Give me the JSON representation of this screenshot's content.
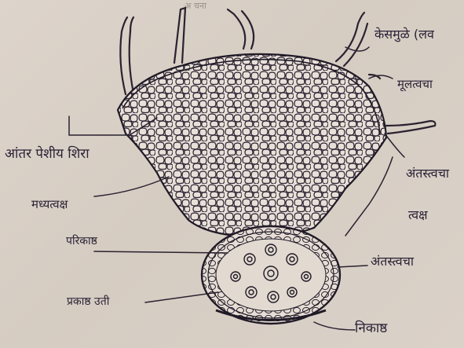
{
  "diagram": {
    "faint_header": "अ चना",
    "labels": {
      "root_hair": "केसमुळे (लव",
      "epidermis": "मूलत्वचा",
      "intercellular_air_canal": "आंतर पेशीय शिरा",
      "cortex": "मध्यत्वक्ष",
      "endodermis_top": "अंतस्त्वचा",
      "cortex_right": "त्वक्ष",
      "pericycle": "परिकाष्ठ",
      "endodermis_bottom": "अंतस्त्वचा",
      "protoxylem": "प्रकाष्ठ उती",
      "xylem": "निकाष्ठ"
    }
  }
}
